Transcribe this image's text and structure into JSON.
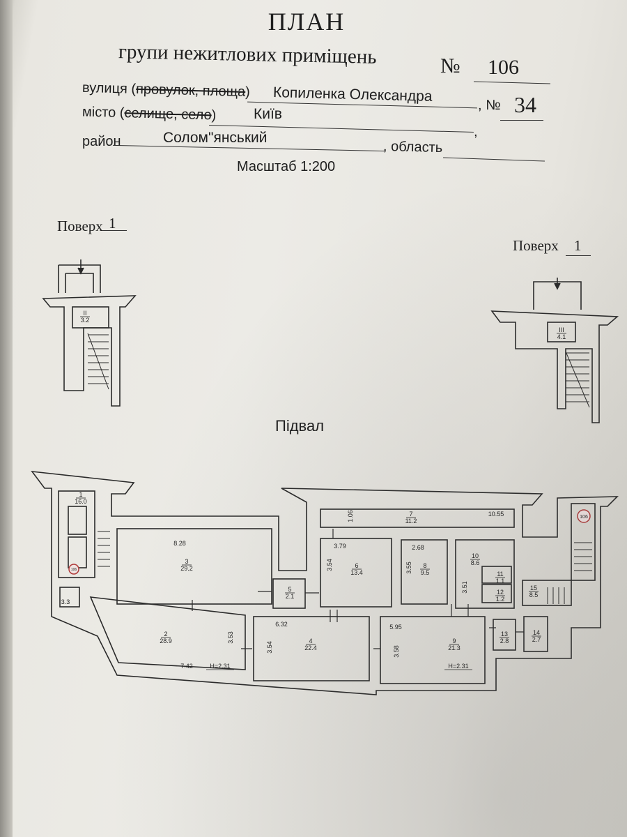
{
  "header": {
    "title": "ПЛАН",
    "subtitle": "групи нежитлових приміщень",
    "number_label": "№",
    "number": "106"
  },
  "address": {
    "street_prefix": "вулиця (",
    "street_struck": "провулок, площа",
    "street_suffix": ")",
    "street_value": "Копиленка Олександра",
    "house_label": ", №",
    "house_value": "34",
    "city_prefix": "місто (",
    "city_struck": "селище, село",
    "city_suffix": ")",
    "city_value": "Київ",
    "city_trail": ",",
    "district_label": "район",
    "district_value": "Солом\"янський",
    "region_label": ", область",
    "region_value": ""
  },
  "scale": "Масштаб 1:200",
  "floors": {
    "left_label": "Поверх",
    "left_value": "1",
    "right_label": "Поверх",
    "right_value": "1",
    "basement_label": "Підвал"
  },
  "stairwells": [
    {
      "number": "II",
      "area": "3.2"
    },
    {
      "number": "III",
      "area": "4.1"
    }
  ],
  "rooms": [
    {
      "number": "1",
      "area": "16.0"
    },
    {
      "number": "2",
      "area": "28.9"
    },
    {
      "number": "3",
      "area": "29.2"
    },
    {
      "number": "4",
      "area": "22.4"
    },
    {
      "number": "5",
      "area": "2.1"
    },
    {
      "number": "6",
      "area": "13.4"
    },
    {
      "number": "7",
      "area": "11.2"
    },
    {
      "number": "8",
      "area": "9.5"
    },
    {
      "number": "9",
      "area": "21.3"
    },
    {
      "number": "10",
      "area": "8.6"
    },
    {
      "number": "11",
      "area": "1.1"
    },
    {
      "number": "12",
      "area": "1.2"
    },
    {
      "number": "13",
      "area": "2.8"
    },
    {
      "number": "14",
      "area": "2.7"
    },
    {
      "number": "15",
      "area": "8.5"
    },
    {
      "number": "",
      "area": "3.3"
    }
  ],
  "dimensions": [
    "8.28",
    "1.06",
    "10.55",
    "3.79",
    "3.54",
    "2.68",
    "3.55",
    "3.51",
    "6.32",
    "3.53",
    "3.54",
    "5.95",
    "3.58",
    "7.42"
  ],
  "heights": [
    "H=2.31",
    "H=2.31"
  ],
  "stamps": [
    "106",
    "106"
  ]
}
